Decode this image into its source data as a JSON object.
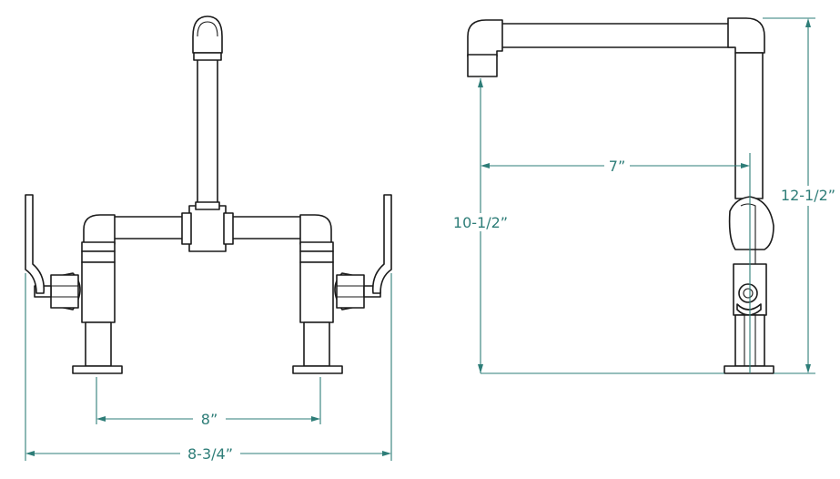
{
  "dimensions": {
    "front_center_spacing": "8”",
    "front_overall_width": "8-3/4”",
    "side_reach": "7”",
    "side_spout_height": "10-1/2”",
    "side_overall_height": "12-1/2”"
  },
  "colors": {
    "dimension": "#2e7d78",
    "outline": "#1a1a1a",
    "background": "#ffffff"
  }
}
